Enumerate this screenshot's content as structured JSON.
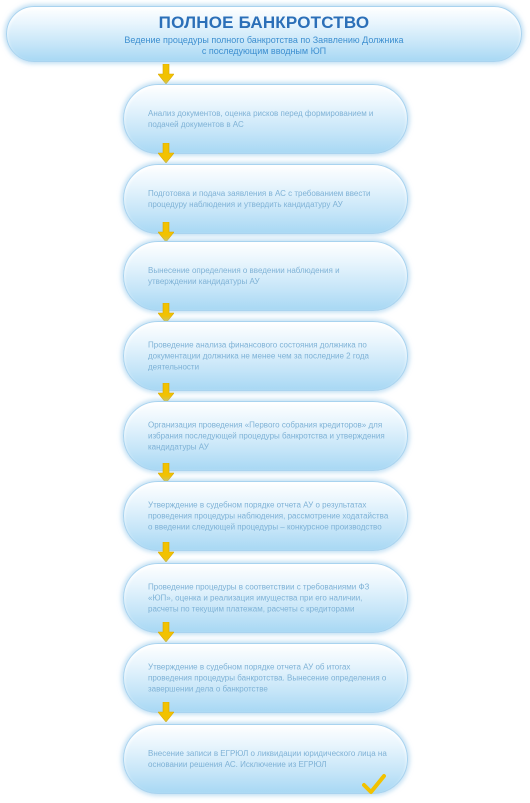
{
  "header": {
    "title": "ПОЛНОЕ БАНКРОТСТВО",
    "subtitle_line1": "Ведение процедуры полного банкротства по Заявлению Должника",
    "subtitle_line2": "с последующим вводным ЮП"
  },
  "steps": [
    {
      "text": "Анализ документов, оценка рисков перед формированием и подачей документов в АС"
    },
    {
      "text": "Подготовка и подача заявления в АС с требованием ввести процедуру наблюдения и утвердить кандидатуру АУ"
    },
    {
      "text": "Вынесение определения о введении наблюдения и утверждении кандидатуры АУ"
    },
    {
      "text": "Проведение анализа финансового состояния должника по документации должника не менее чем за последние 2 года деятельности"
    },
    {
      "text": "Организация проведения «Первого собрания кредиторов» для избрания последующей процедуры банкротства и утверждения кандидатуры АУ"
    },
    {
      "text": "Утверждение в судебном порядке отчета АУ о результатах проведения процедуры наблюдения, рассмотрение ходатайства о введении следующей процедуры – конкурсное производство"
    },
    {
      "text": "Проведение процедуры в соответствии с требованиями ФЗ «ЮП», оценка и реализация имущества при его наличии, расчеты по текущим платежам, расчеты с кредиторами"
    },
    {
      "text": "Утверждение в судебном порядке отчета АУ об итогах проведения процедуры банкротства. Вынесение определения о завершении дела о банкротстве"
    },
    {
      "text": "Внесение записи в ЕГРЮЛ о ликвидации юридического лица на основании решения АС. Исключение из ЕГРЮЛ"
    }
  ],
  "colors": {
    "title": "#2b6fb8",
    "subtitle": "#3d8fd0",
    "step_text": "#7fb2d6",
    "pill_border": "#a9d3ef",
    "arrow": "#f2c200",
    "check": "#f2c200"
  },
  "icons": {
    "arrow": "arrow-down-icon",
    "final": "check-icon"
  }
}
